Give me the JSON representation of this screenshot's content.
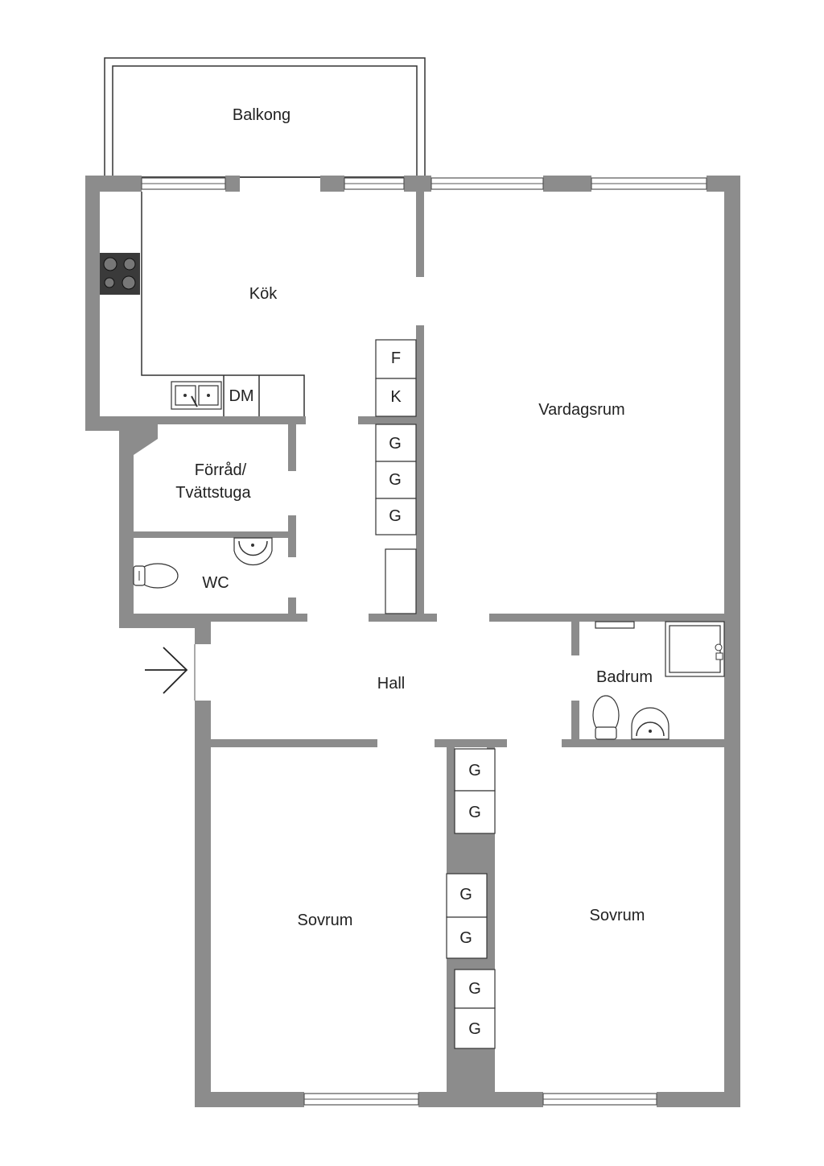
{
  "rooms": {
    "balkong": "Balkong",
    "kok": "Kök",
    "vardagsrum": "Vardagsrum",
    "forrad_line1": "Förråd/",
    "forrad_line2": "Tvättstuga",
    "wc": "WC",
    "hall": "Hall",
    "badrum": "Badrum",
    "sovrum_left": "Sovrum",
    "sovrum_right": "Sovrum"
  },
  "fixtures": {
    "dishwasher": "DM",
    "freezer": "F",
    "fridge": "K",
    "wardrobe": "G"
  },
  "icons": [
    "stove-icon",
    "sink-icon",
    "toilet-icon",
    "washbasin-icon",
    "shower-icon",
    "entrance-arrow-icon"
  ]
}
